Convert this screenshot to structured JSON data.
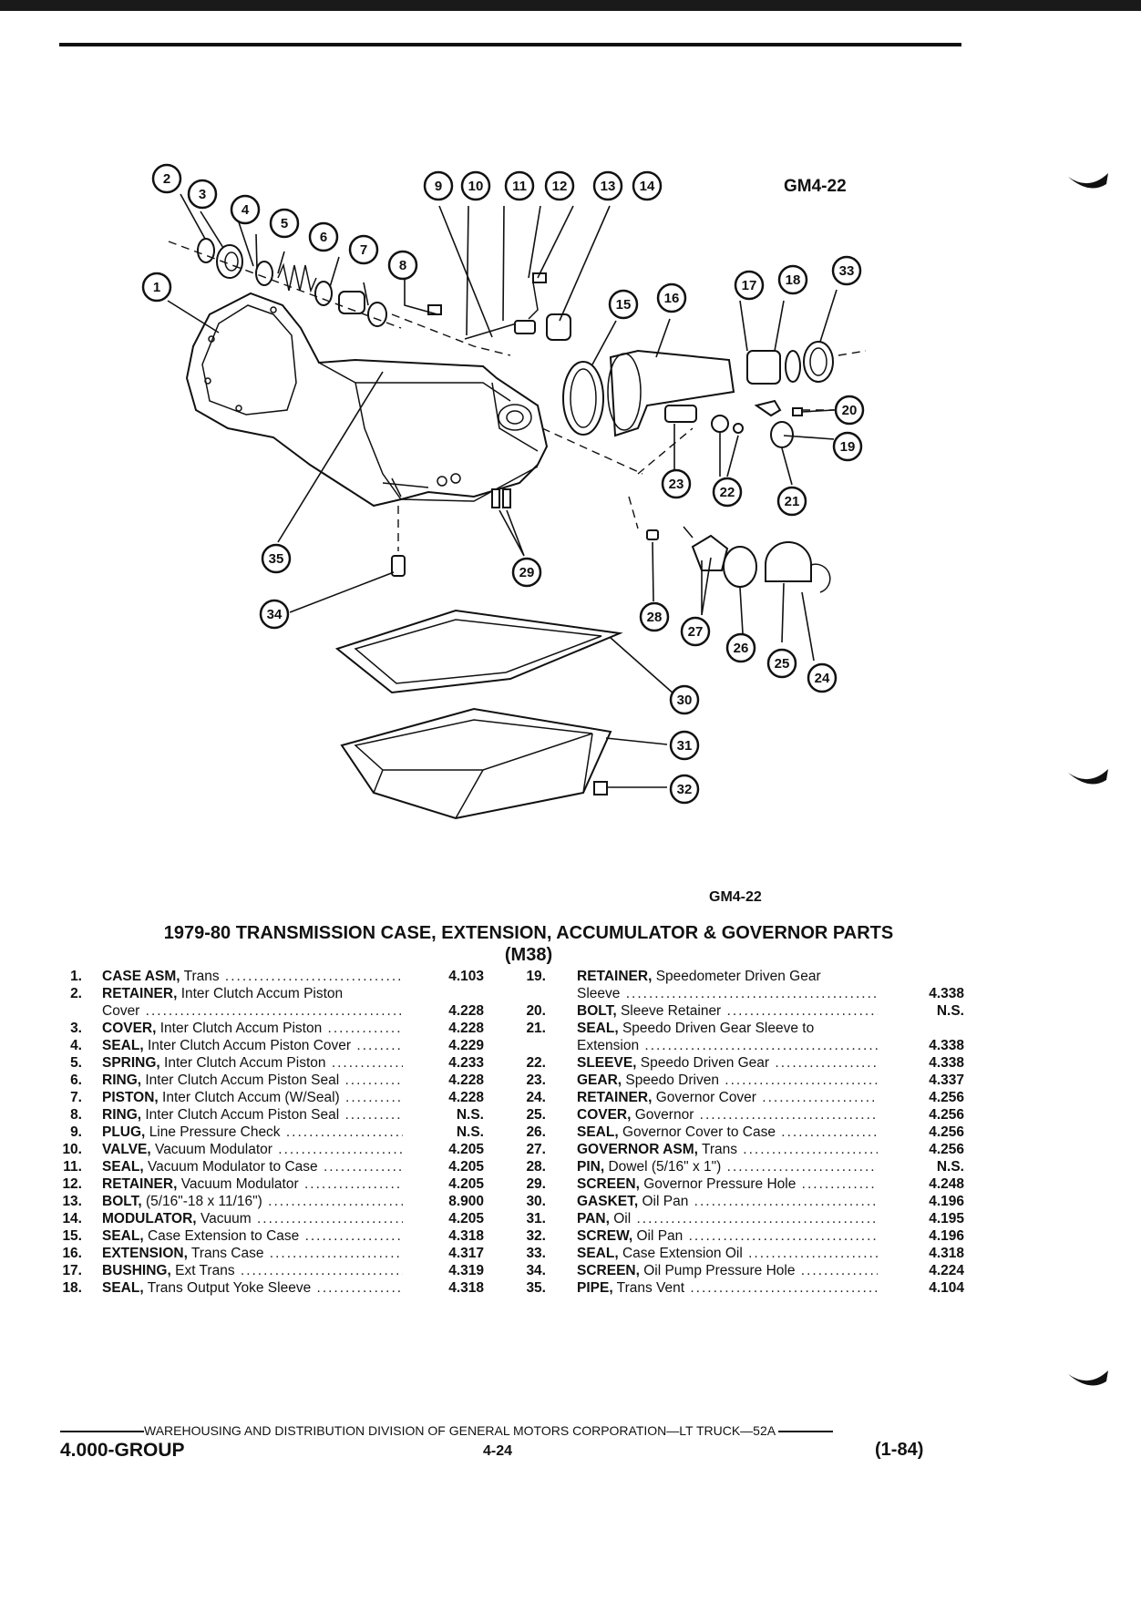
{
  "figure": {
    "code_top": "GM4-22",
    "code_bottom": "GM4-22",
    "callouts": [
      "1",
      "2",
      "3",
      "4",
      "5",
      "6",
      "7",
      "8",
      "9",
      "10",
      "11",
      "12",
      "13",
      "14",
      "15",
      "16",
      "17",
      "18",
      "19",
      "20",
      "21",
      "22",
      "23",
      "24",
      "25",
      "26",
      "27",
      "28",
      "29",
      "30",
      "31",
      "32",
      "33",
      "34",
      "35"
    ]
  },
  "title": {
    "line1": "1979-80 TRANSMISSION CASE, EXTENSION, ACCUMULATOR & GOVERNOR PARTS",
    "line2": "(M38)"
  },
  "parts": [
    {
      "no": "1.",
      "name": "CASE ASM,",
      "desc": "Trans",
      "ref": "4.103"
    },
    {
      "no": "2.",
      "name": "RETAINER,",
      "desc": "Inter Clutch Accum Piston",
      "cont": "Cover",
      "ref": "4.228"
    },
    {
      "no": "3.",
      "name": "COVER,",
      "desc": "Inter Clutch Accum Piston",
      "ref": "4.228"
    },
    {
      "no": "4.",
      "name": "SEAL,",
      "desc": "Inter Clutch Accum Piston Cover",
      "ref": "4.229"
    },
    {
      "no": "5.",
      "name": "SPRING,",
      "desc": "Inter Clutch Accum Piston",
      "ref": "4.233"
    },
    {
      "no": "6.",
      "name": "RING,",
      "desc": "Inter Clutch Accum Piston Seal",
      "ref": "4.228"
    },
    {
      "no": "7.",
      "name": "PISTON,",
      "desc": "Inter Clutch Accum (W/Seal)",
      "ref": "4.228"
    },
    {
      "no": "8.",
      "name": "RING,",
      "desc": "Inter Clutch Accum Piston Seal",
      "ref": "N.S."
    },
    {
      "no": "9.",
      "name": "PLUG,",
      "desc": "Line Pressure Check",
      "ref": "N.S."
    },
    {
      "no": "10.",
      "name": "VALVE,",
      "desc": "Vacuum Modulator",
      "ref": "4.205"
    },
    {
      "no": "11.",
      "name": "SEAL,",
      "desc": "Vacuum Modulator to Case",
      "ref": "4.205"
    },
    {
      "no": "12.",
      "name": "RETAINER,",
      "desc": "Vacuum Modulator",
      "ref": "4.205"
    },
    {
      "no": "13.",
      "name": "BOLT,",
      "desc": "(5/16\"-18 x 11/16\")",
      "ref": "8.900"
    },
    {
      "no": "14.",
      "name": "MODULATOR,",
      "desc": "Vacuum",
      "ref": "4.205"
    },
    {
      "no": "15.",
      "name": "SEAL,",
      "desc": "Case Extension to Case",
      "ref": "4.318"
    },
    {
      "no": "16.",
      "name": "EXTENSION,",
      "desc": "Trans Case",
      "ref": "4.317"
    },
    {
      "no": "17.",
      "name": "BUSHING,",
      "desc": "Ext Trans",
      "ref": "4.319"
    },
    {
      "no": "18.",
      "name": "SEAL,",
      "desc": "Trans Output Yoke Sleeve",
      "ref": "4.318"
    },
    {
      "no": "19.",
      "name": "RETAINER,",
      "desc": "Speedometer Driven Gear",
      "cont": "Sleeve",
      "ref": "4.338"
    },
    {
      "no": "20.",
      "name": "BOLT,",
      "desc": "Sleeve Retainer",
      "ref": "N.S."
    },
    {
      "no": "21.",
      "name": "SEAL,",
      "desc": "Speedo Driven Gear Sleeve to",
      "cont": "Extension",
      "ref": "4.338"
    },
    {
      "no": "22.",
      "name": "SLEEVE,",
      "desc": "Speedo Driven Gear",
      "ref": "4.338"
    },
    {
      "no": "23.",
      "name": "GEAR,",
      "desc": "Speedo Driven",
      "ref": "4.337"
    },
    {
      "no": "24.",
      "name": "RETAINER,",
      "desc": "Governor Cover",
      "ref": "4.256"
    },
    {
      "no": "25.",
      "name": "COVER,",
      "desc": "Governor",
      "ref": "4.256"
    },
    {
      "no": "26.",
      "name": "SEAL,",
      "desc": "Governor Cover to Case",
      "ref": "4.256"
    },
    {
      "no": "27.",
      "name": "GOVERNOR ASM,",
      "desc": "Trans",
      "ref": "4.256"
    },
    {
      "no": "28.",
      "name": "PIN,",
      "desc": "Dowel (5/16\" x 1\")",
      "ref": "N.S."
    },
    {
      "no": "29.",
      "name": "SCREEN,",
      "desc": "Governor Pressure Hole",
      "ref": "4.248"
    },
    {
      "no": "30.",
      "name": "GASKET,",
      "desc": "Oil Pan",
      "ref": "4.196"
    },
    {
      "no": "31.",
      "name": "PAN,",
      "desc": "Oil",
      "ref": "4.195"
    },
    {
      "no": "32.",
      "name": "SCREW,",
      "desc": "Oil Pan",
      "ref": "4.196"
    },
    {
      "no": "33.",
      "name": "SEAL,",
      "desc": "Case Extension Oil",
      "ref": "4.318"
    },
    {
      "no": "34.",
      "name": "SCREEN,",
      "desc": "Oil Pump Pressure Hole",
      "ref": "4.224"
    },
    {
      "no": "35.",
      "name": "PIPE,",
      "desc": "Trans Vent",
      "ref": "4.104"
    }
  ],
  "footer": {
    "division": "WAREHOUSING AND DISTRIBUTION  DIVISION OF GENERAL MOTORS CORPORATION—LT TRUCK—52A",
    "group": "4.000-GROUP",
    "page": "4-24",
    "date_code": "(1-84)"
  }
}
